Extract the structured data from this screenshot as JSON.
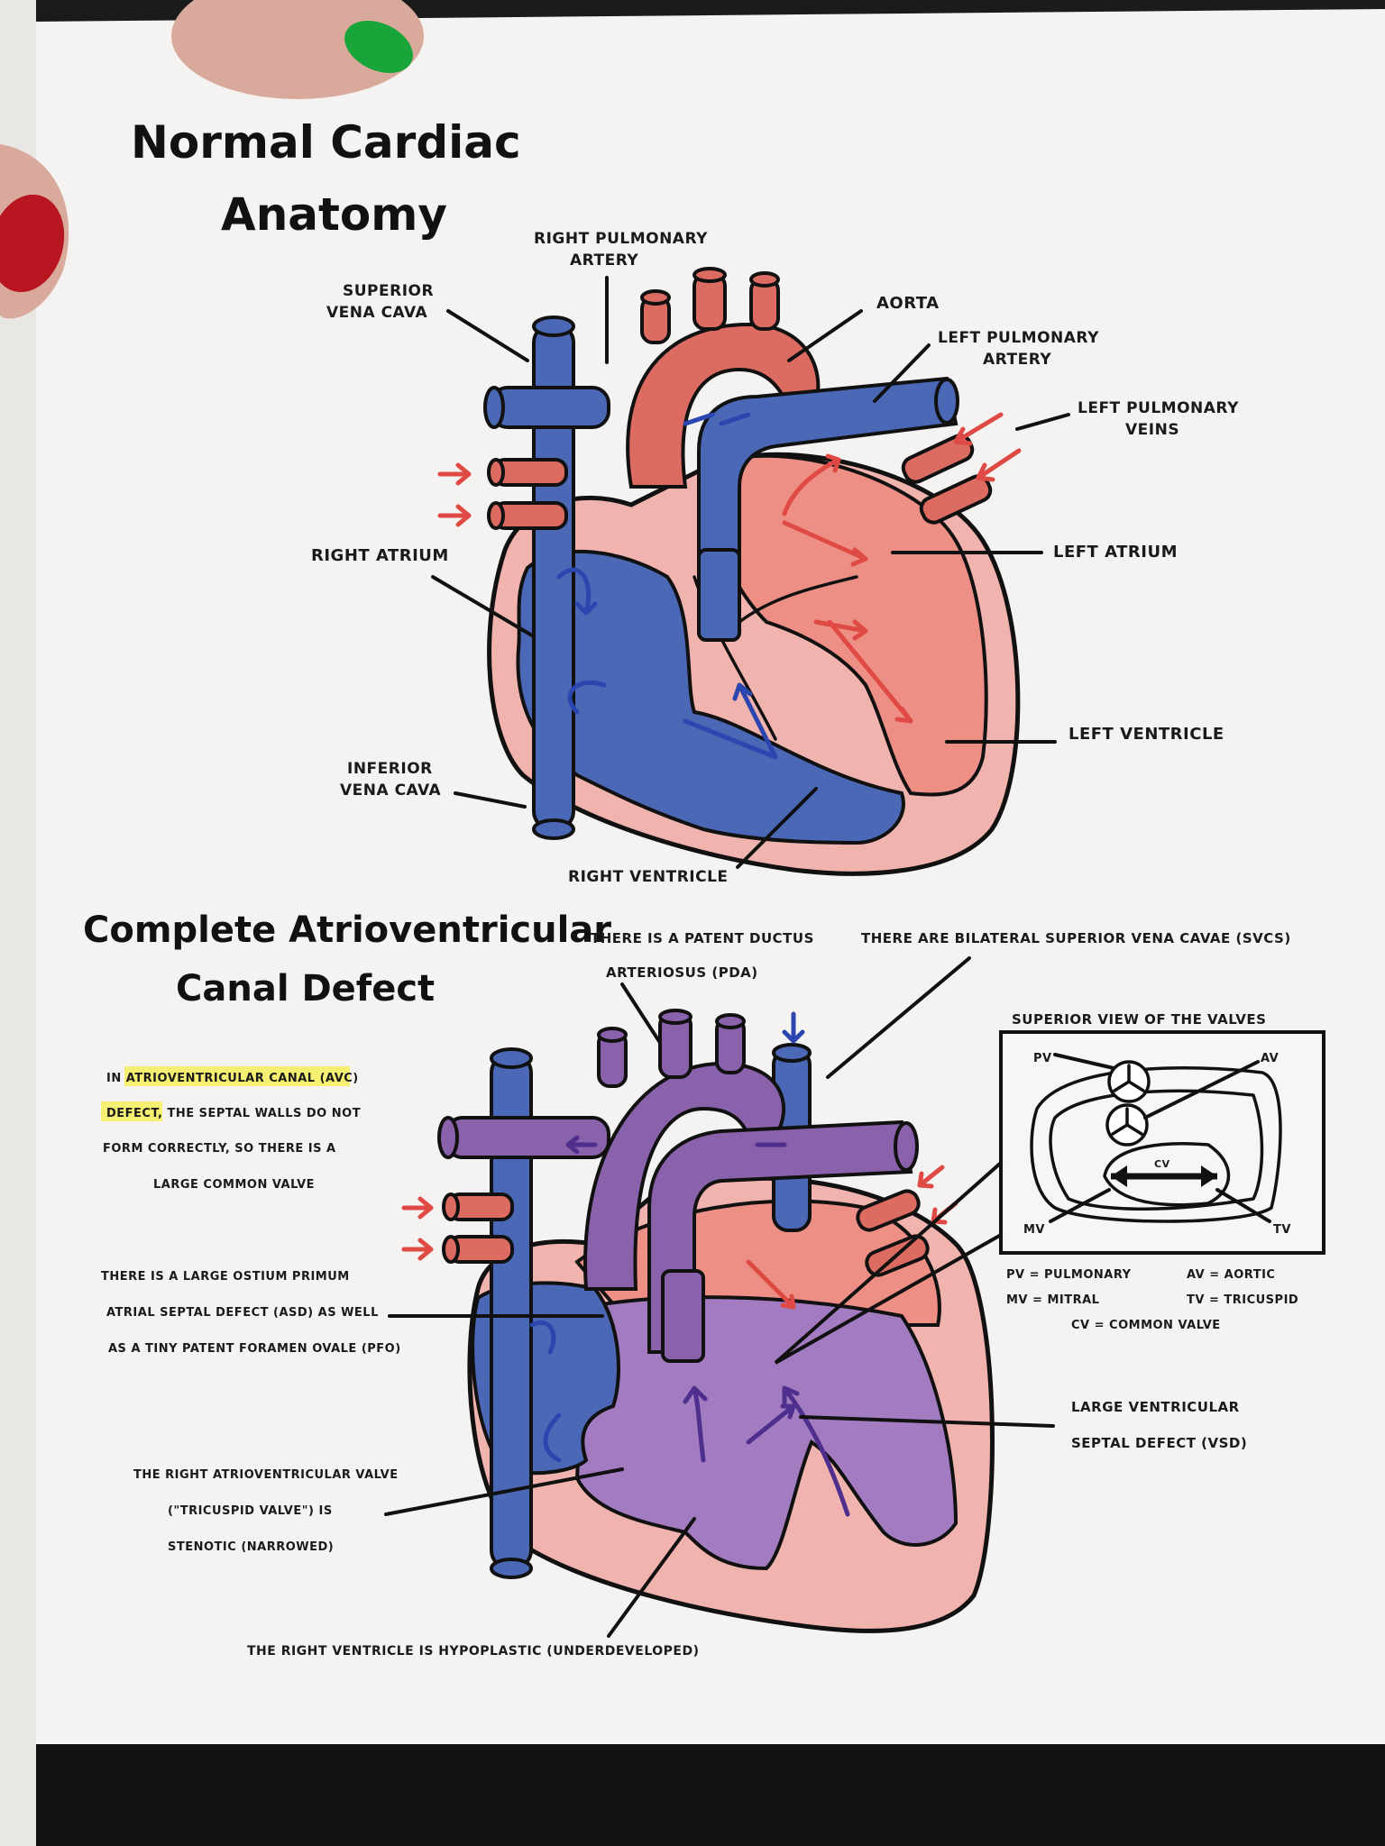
{
  "normal": {
    "title_line1": "Normal Cardiac",
    "title_line2": "Anatomy",
    "labels": {
      "superior_vena_cava_1": "SUPERIOR",
      "superior_vena_cava_2": "VENA CAVA",
      "right_pulmonary_artery_1": "RIGHT PULMONARY",
      "right_pulmonary_artery_2": "ARTERY",
      "aorta": "AORTA",
      "left_pulmonary_artery_1": "LEFT PULMONARY",
      "left_pulmonary_artery_2": "ARTERY",
      "left_pulmonary_veins_1": "LEFT PULMONARY",
      "left_pulmonary_veins_2": "VEINS",
      "right_atrium": "RIGHT ATRIUM",
      "left_atrium": "LEFT ATRIUM",
      "left_ventricle": "LEFT VENTRICLE",
      "inferior_vena_cava_1": "INFERIOR",
      "inferior_vena_cava_2": "VENA CAVA",
      "right_ventricle": "RIGHT VENTRICLE"
    }
  },
  "cavc": {
    "title_line1": "Complete Atrioventricular",
    "title_line2": "Canal Defect",
    "pda_1": "THERE IS A PATENT DUCTUS",
    "pda_2": "ARTERIOSUS (PDA)",
    "svc": "THERE ARE BILATERAL SUPERIOR VENA CAVAE (SVCS)",
    "intro_1_highlight_a": "ATRIOVENTRICULAR CANAL (AVC)",
    "intro_1_pre": "IN ",
    "intro_2_highlight": "DEFECT,",
    "intro_2_rest": " THE SEPTAL WALLS DO NOT",
    "intro_3": "FORM CORRECTLY, SO THERE IS A",
    "intro_4": "LARGE COMMON VALVE",
    "asd_1": "THERE IS A LARGE OSTIUM PRIMUM",
    "asd_2": "ATRIAL SEPTAL DEFECT (ASD) AS WELL",
    "asd_3": "AS A TINY PATENT FORAMEN OVALE (PFO)",
    "tv_1": "THE RIGHT ATRIOVENTRICULAR VALVE",
    "tv_2": "(\"TRICUSPID VALVE\") IS",
    "tv_3": "STENOTIC (NARROWED)",
    "rv": "THE RIGHT VENTRICLE IS HYPOPLASTIC (UNDERDEVELOPED)",
    "vsd_1": "LARGE VENTRICULAR",
    "vsd_2": "SEPTAL DEFECT (VSD)",
    "valves_title": "SUPERIOR VIEW OF THE VALVES",
    "valve_pv": "PV",
    "valve_av": "AV",
    "valve_cv": "CV",
    "valve_mv": "MV",
    "valve_tv": "TV",
    "legend_pv": "PV = PULMONARY",
    "legend_av": "AV = AORTIC",
    "legend_mv": "MV = MITRAL",
    "legend_tv": "TV = TRICUSPID",
    "legend_cv": "CV = COMMON VALVE"
  }
}
